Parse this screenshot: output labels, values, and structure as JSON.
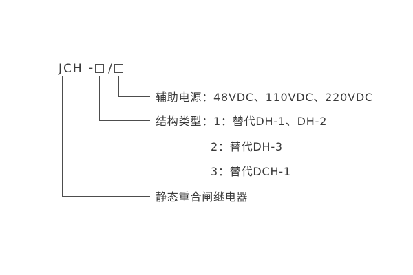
{
  "figure": {
    "model_code": {
      "prefix": "JCH",
      "dash": "-",
      "slash": "/"
    },
    "callouts": {
      "aux_power": {
        "label": "辅助电源：48VDC、110VDC、220VDC"
      },
      "structure_type": {
        "label": "结构类型：1：替代DH-1、DH-2",
        "options": [
          "2：替代DH-3",
          "3：替代DCH-1"
        ]
      },
      "base_model": {
        "label": "静态重合闸继电器"
      }
    },
    "colors": {
      "text": "#3a3a3a",
      "line": "#4d4d4d",
      "background": "#ffffff"
    }
  }
}
